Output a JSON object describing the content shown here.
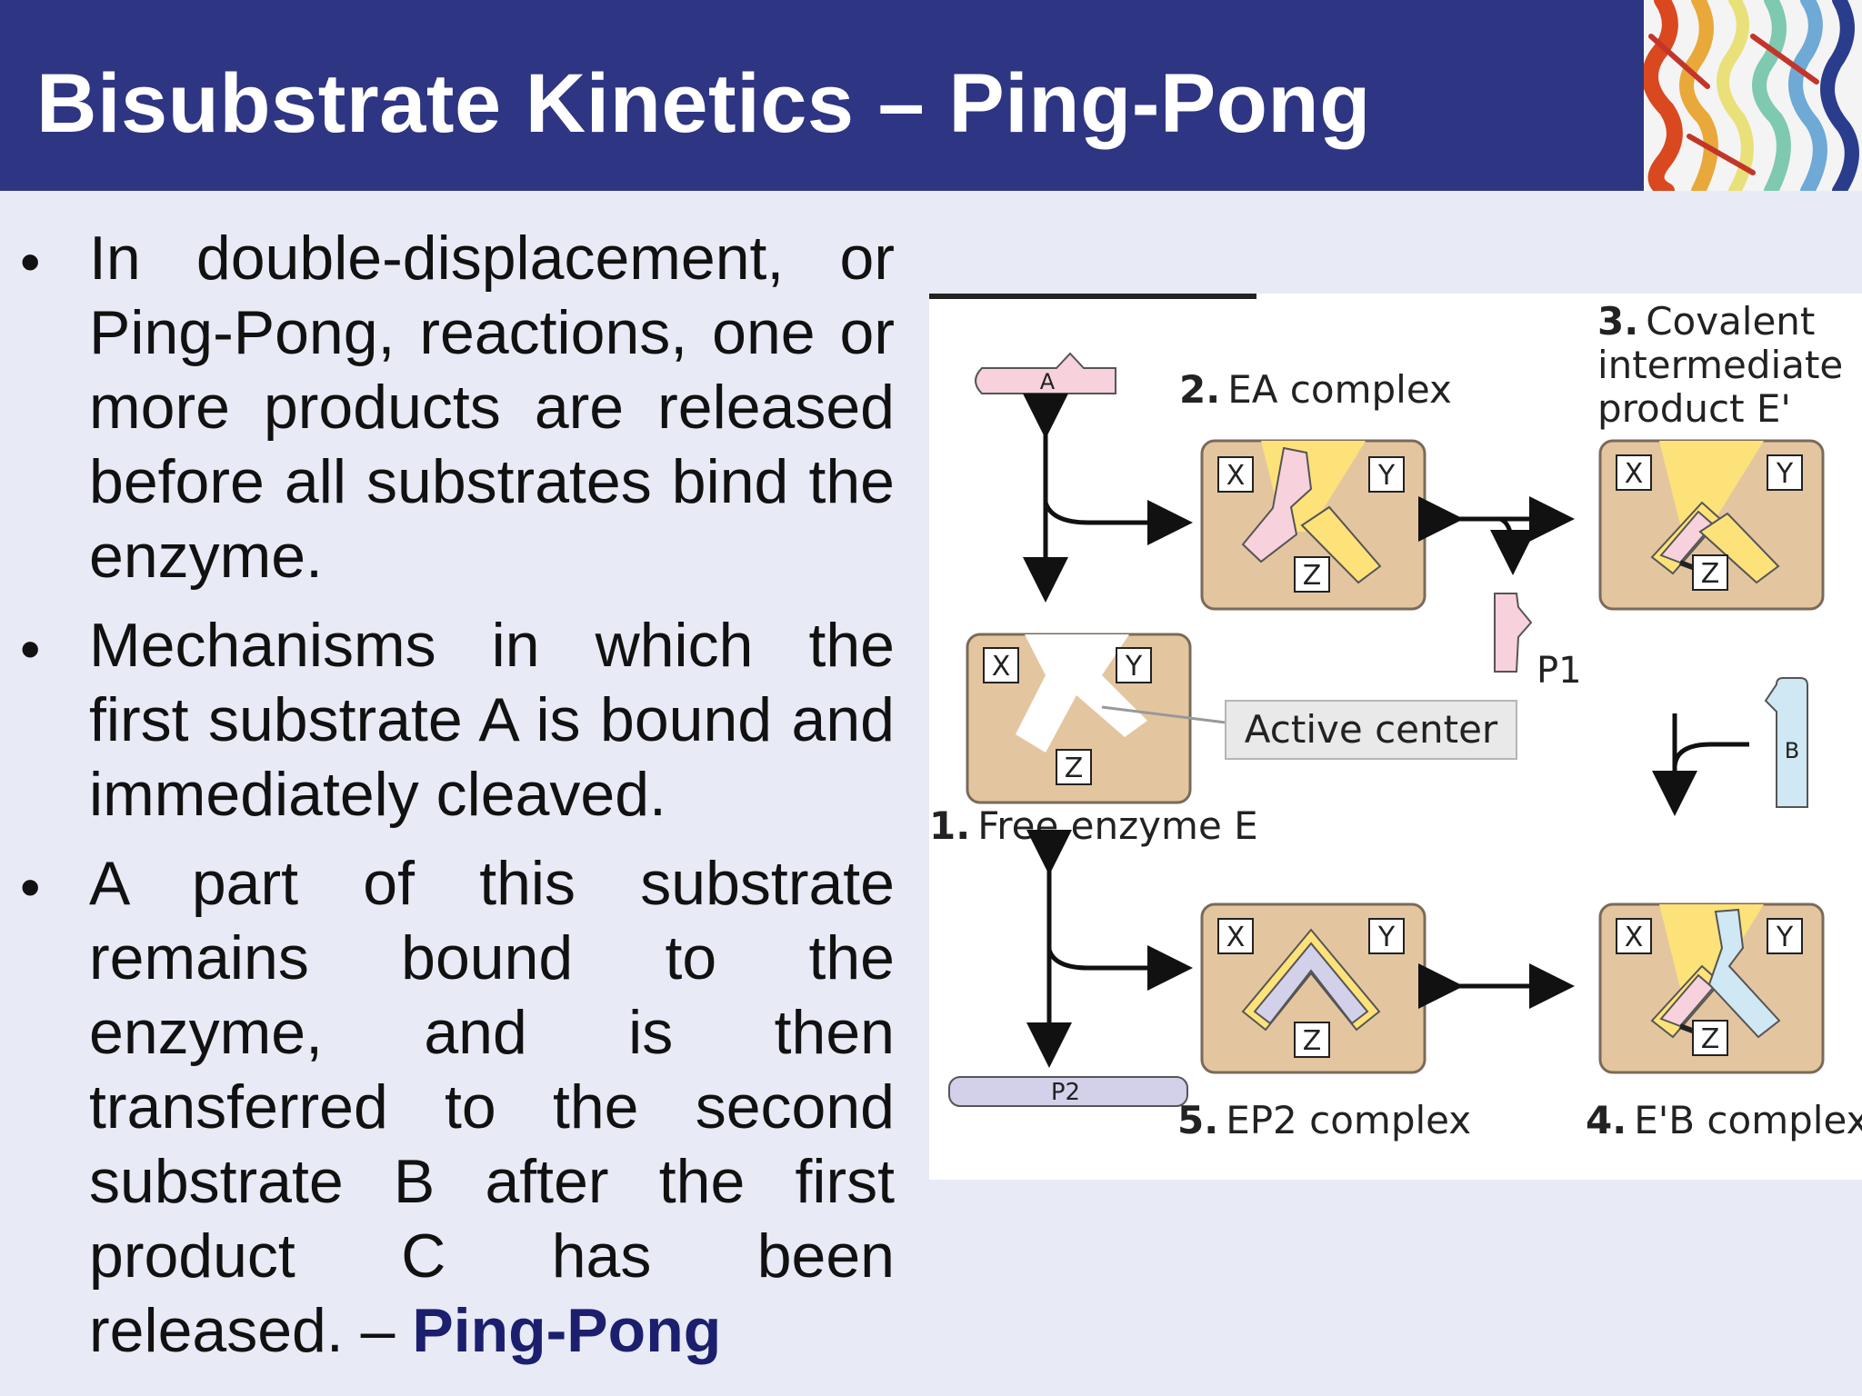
{
  "slide": {
    "title": "Bisubstrate Kinetics – Ping-Pong",
    "bullets": [
      {
        "text": "In double-displacement, or Ping-Pong, reactions, one or more products are released before all substrates bind the enzyme."
      },
      {
        "text": "Mechanisms in which the first substrate A is bound and immediately cleaved."
      },
      {
        "text": "A part of this substrate remains bound to the enzyme, and is then transferred to the second substrate B after the first product C has been released. – ",
        "emphasis": "Ping-Pong"
      }
    ]
  },
  "figure": {
    "step1": {
      "num": "1.",
      "label": "Free enzyme E"
    },
    "step2": {
      "num": "2.",
      "label": "EA complex"
    },
    "step3": {
      "num": "3.",
      "label_lines": [
        "Covalent",
        "intermediate",
        "product E'"
      ]
    },
    "step4": {
      "num": "4.",
      "label": "E'B complex"
    },
    "step5": {
      "num": "5.",
      "label": "EP2 complex"
    },
    "active_center": "Active center",
    "site_x": "X",
    "site_y": "Y",
    "site_z": "Z",
    "substrate_a": "A",
    "substrate_b": "B",
    "product_p1": "P1",
    "product_p2": "P2",
    "colors": {
      "enzyme": "#e3c6a0",
      "enzyme_border": "#7a6a5a",
      "substrate_a": "#f7d1dc",
      "substrate_b": "#cfe8f3",
      "product_p2": "#d3d0ea",
      "binding_yellow": "#fde27a",
      "header": "#2e3582",
      "background": "#e8eaf5"
    }
  }
}
